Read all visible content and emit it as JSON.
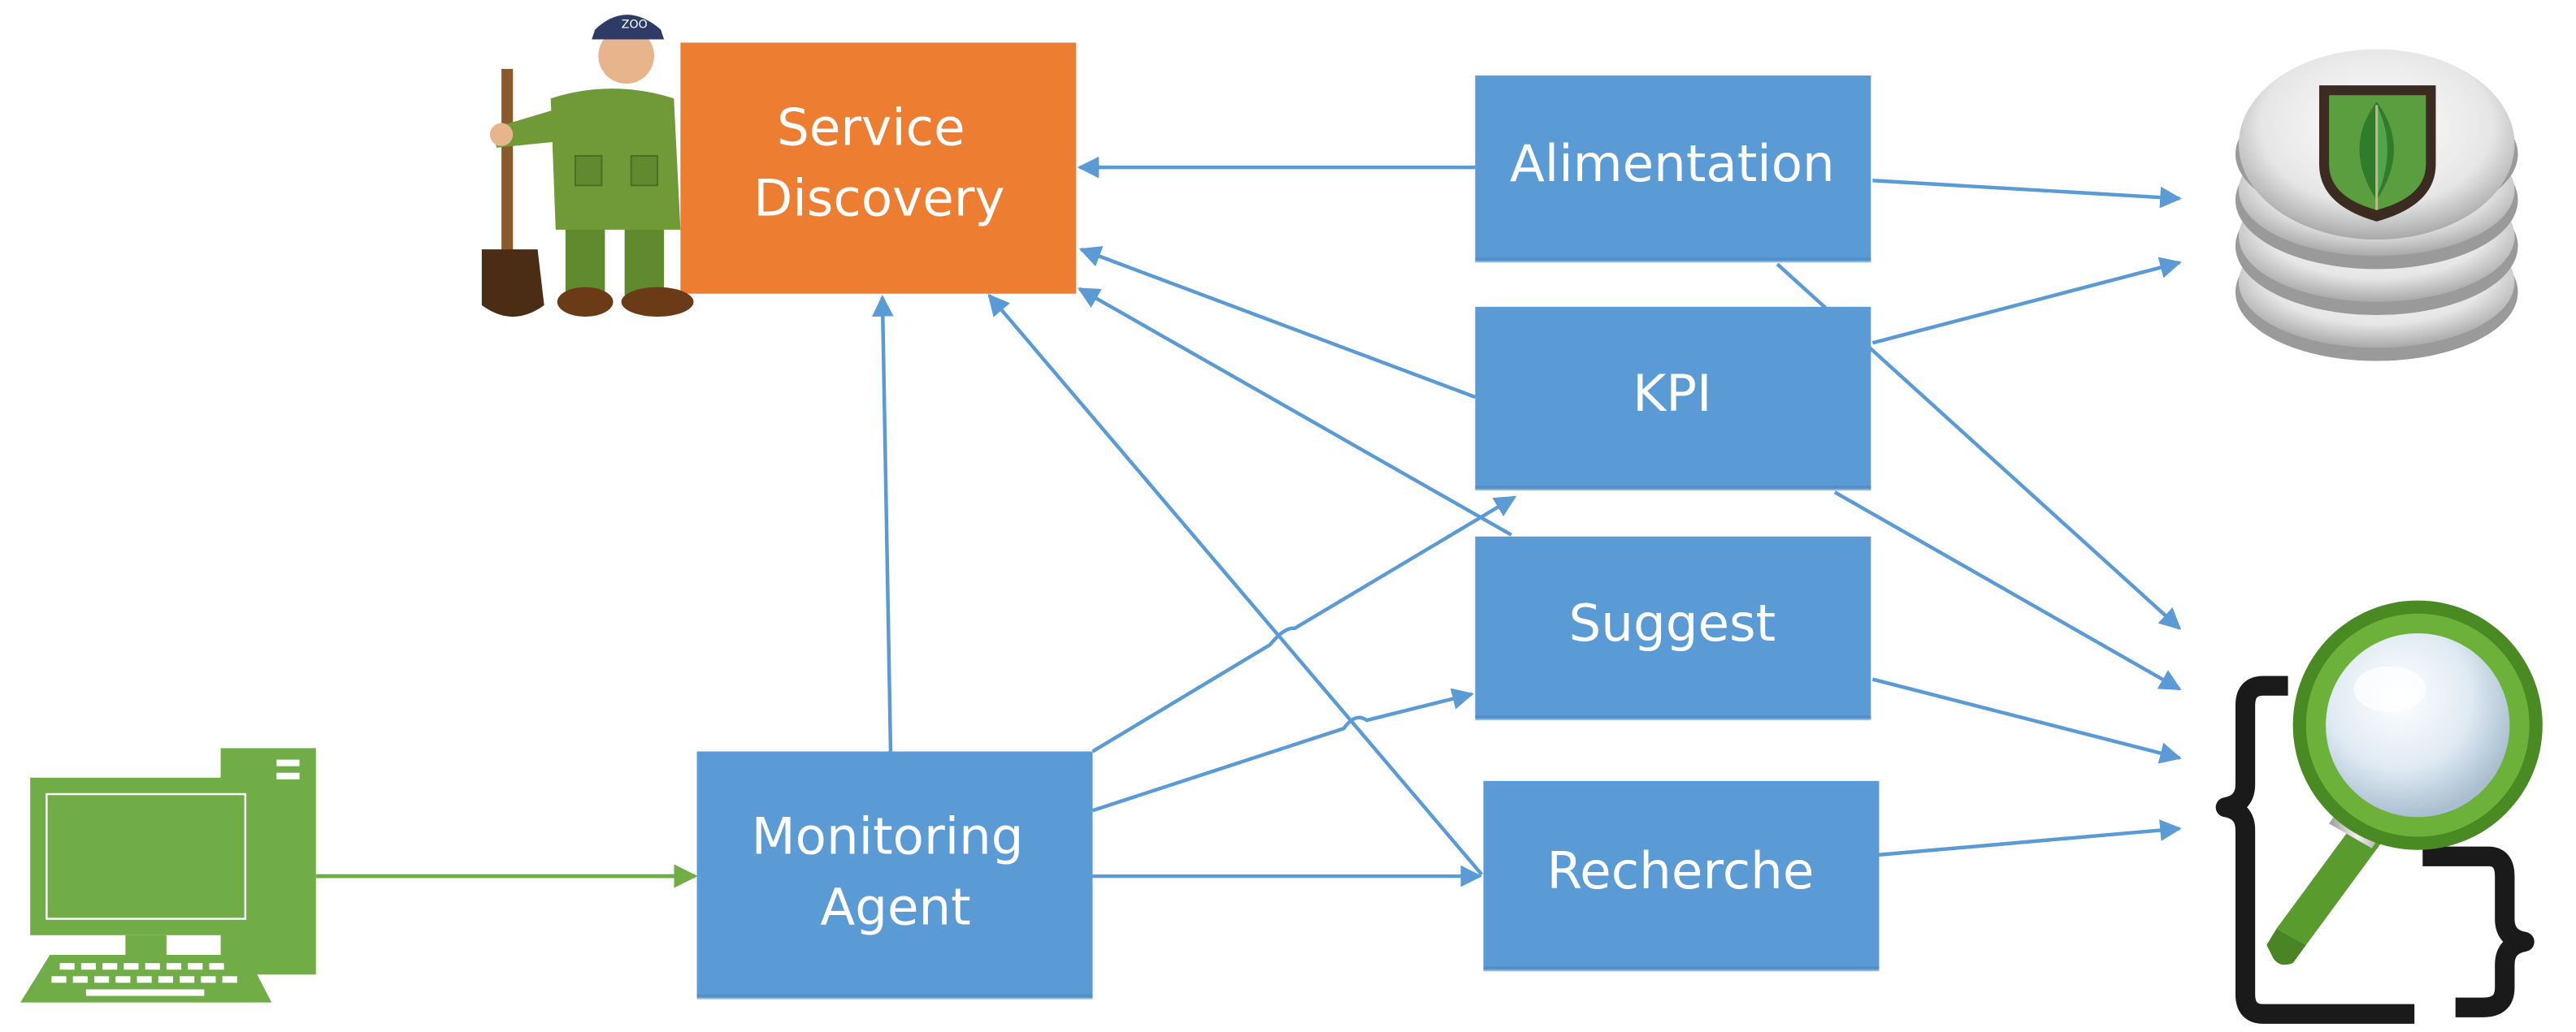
{
  "diagram": {
    "nodes": {
      "service_discovery": {
        "lines": [
          "Service",
          "Discovery"
        ],
        "color": "#ED7D31"
      },
      "alimentation": {
        "lines": [
          "Alimentation"
        ],
        "color": "#5B9BD5"
      },
      "kpi": {
        "lines": [
          "KPI"
        ],
        "color": "#5B9BD5"
      },
      "suggest": {
        "lines": [
          "Suggest"
        ],
        "color": "#5B9BD5"
      },
      "recherche": {
        "lines": [
          "Recherche"
        ],
        "color": "#5B9BD5"
      },
      "monitoring_agent": {
        "lines": [
          "Monitoring",
          "Agent"
        ],
        "color": "#5B9BD5"
      }
    },
    "edges": [
      {
        "from": "alimentation",
        "to": "service_discovery"
      },
      {
        "from": "kpi",
        "to": "service_discovery"
      },
      {
        "from": "suggest",
        "to": "service_discovery"
      },
      {
        "from": "recherche",
        "to": "service_discovery"
      },
      {
        "from": "monitoring_agent",
        "to": "service_discovery"
      },
      {
        "from": "computer",
        "to": "monitoring_agent"
      },
      {
        "from": "monitoring_agent",
        "to": "kpi"
      },
      {
        "from": "monitoring_agent",
        "to": "suggest"
      },
      {
        "from": "monitoring_agent",
        "to": "recherche"
      },
      {
        "from": "alimentation",
        "to": "database"
      },
      {
        "from": "kpi",
        "to": "database"
      },
      {
        "from": "alimentation",
        "to": "search_engine"
      },
      {
        "from": "kpi",
        "to": "search_engine"
      },
      {
        "from": "suggest",
        "to": "search_engine"
      },
      {
        "from": "recherche",
        "to": "search_engine"
      }
    ],
    "icons": {
      "zookeeper": "zookeeper-keeper-icon",
      "computer": "desktop-computer-icon",
      "database": "mongodb-database-icon",
      "search_engine": "elasticsearch-magnifier-icon"
    },
    "colors": {
      "blue_box": "#5B9BD5",
      "orange_box": "#ED7D31",
      "blue_arrow": "#5B9BD5",
      "green_arrow": "#70AD47",
      "computer_green": "#70AD47"
    }
  }
}
